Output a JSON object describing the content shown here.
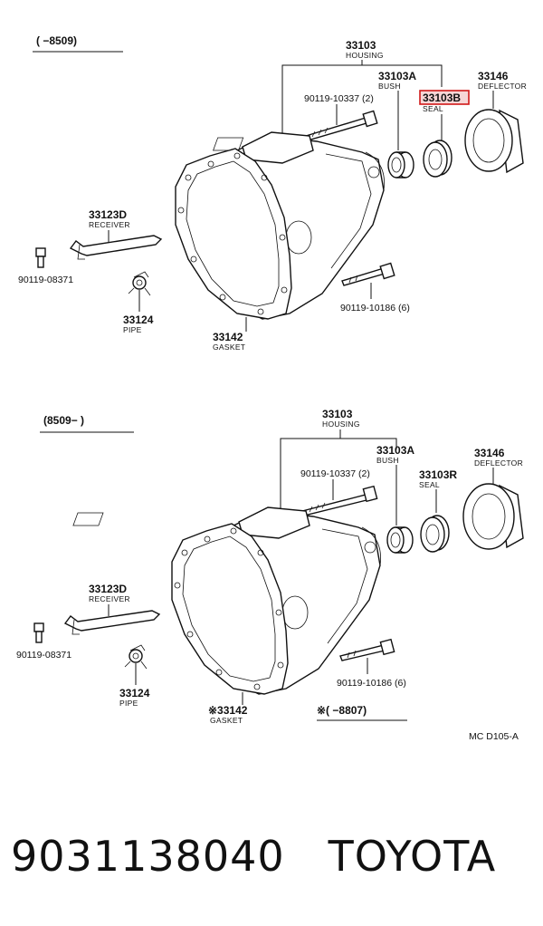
{
  "top": {
    "range": "(    −8509)",
    "housing": {
      "no": "33103",
      "name": "HOUSING"
    },
    "bush": {
      "no": "33103A",
      "name": "BUSH"
    },
    "seal": {
      "no": "33103B",
      "name": "SEAL"
    },
    "deflector": {
      "no": "33146",
      "name": "DEFLECTOR"
    },
    "bolt_upper": "90119-10337 (2)",
    "bolt_lower": "90119-10186 (6)",
    "receiver": {
      "no": "33123D",
      "name": "RECEIVER"
    },
    "bolt_small": "90119-08371",
    "pipe": {
      "no": "33124",
      "name": "PIPE"
    },
    "gasket": {
      "no": "33142",
      "name": "GASKET"
    }
  },
  "bottom": {
    "range": "(8509−      )",
    "housing": {
      "no": "33103",
      "name": "HOUSING"
    },
    "bush": {
      "no": "33103A",
      "name": "BUSH"
    },
    "seal": {
      "no": "33103R",
      "name": "SEAL"
    },
    "deflector": {
      "no": "33146",
      "name": "DEFLECTOR"
    },
    "bolt_upper": "90119-10337 (2)",
    "bolt_lower": "90119-10186 (6)",
    "receiver": {
      "no": "33123D",
      "name": "RECEIVER"
    },
    "bolt_small": "90119-08371",
    "pipe": {
      "no": "33124",
      "name": "PIPE"
    },
    "gasket": {
      "no": "※33142",
      "name": "GASKET"
    },
    "note_range": "※(    −8807)"
  },
  "diagram_code": "MC  D105-A",
  "caption": {
    "part_number": "9031138040",
    "brand": "TOYOTA"
  },
  "colors": {
    "highlight_border": "#d01818",
    "highlight_fill": "#f6d6d6",
    "ink": "#111111"
  }
}
